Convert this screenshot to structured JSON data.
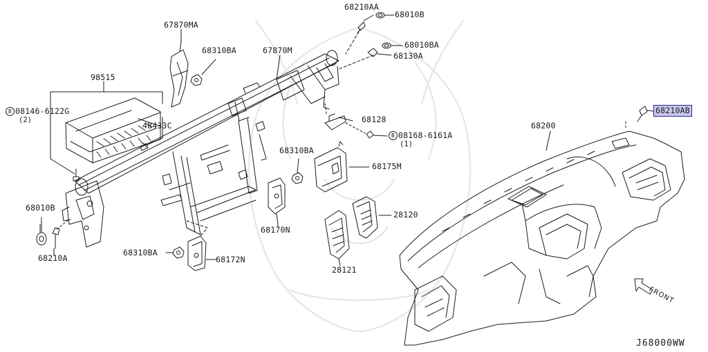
{
  "diagram": {
    "code": "J68000WW",
    "front": "FRONT"
  },
  "labels": {
    "l68210aa": "68210AA",
    "l68010b_top": "68010B",
    "l68010ba": "68010BA",
    "l68130a": "68130A",
    "l67870ma": "67870MA",
    "l68310ba_top": "68310BA",
    "l67870m": "67870M",
    "l98515": "98515",
    "l08146": "08146-6122G",
    "l08146_qty": "(2)",
    "l48433c": "48433C",
    "l68128": "68128",
    "l08168": "08168-6161A",
    "l08168_qty": "(1)",
    "l68210ab": "68210AB",
    "l68200": "68200",
    "l68310ba_mid": "68310BA",
    "l68175m": "68175M",
    "l28120": "28120",
    "l68010b_left": "68010B",
    "l68210a": "68210A",
    "l68170n": "68170N",
    "l68310ba_bot": "68310BA",
    "l68172n": "68172N",
    "l28121": "28121",
    "bolt_symbol": "B"
  }
}
